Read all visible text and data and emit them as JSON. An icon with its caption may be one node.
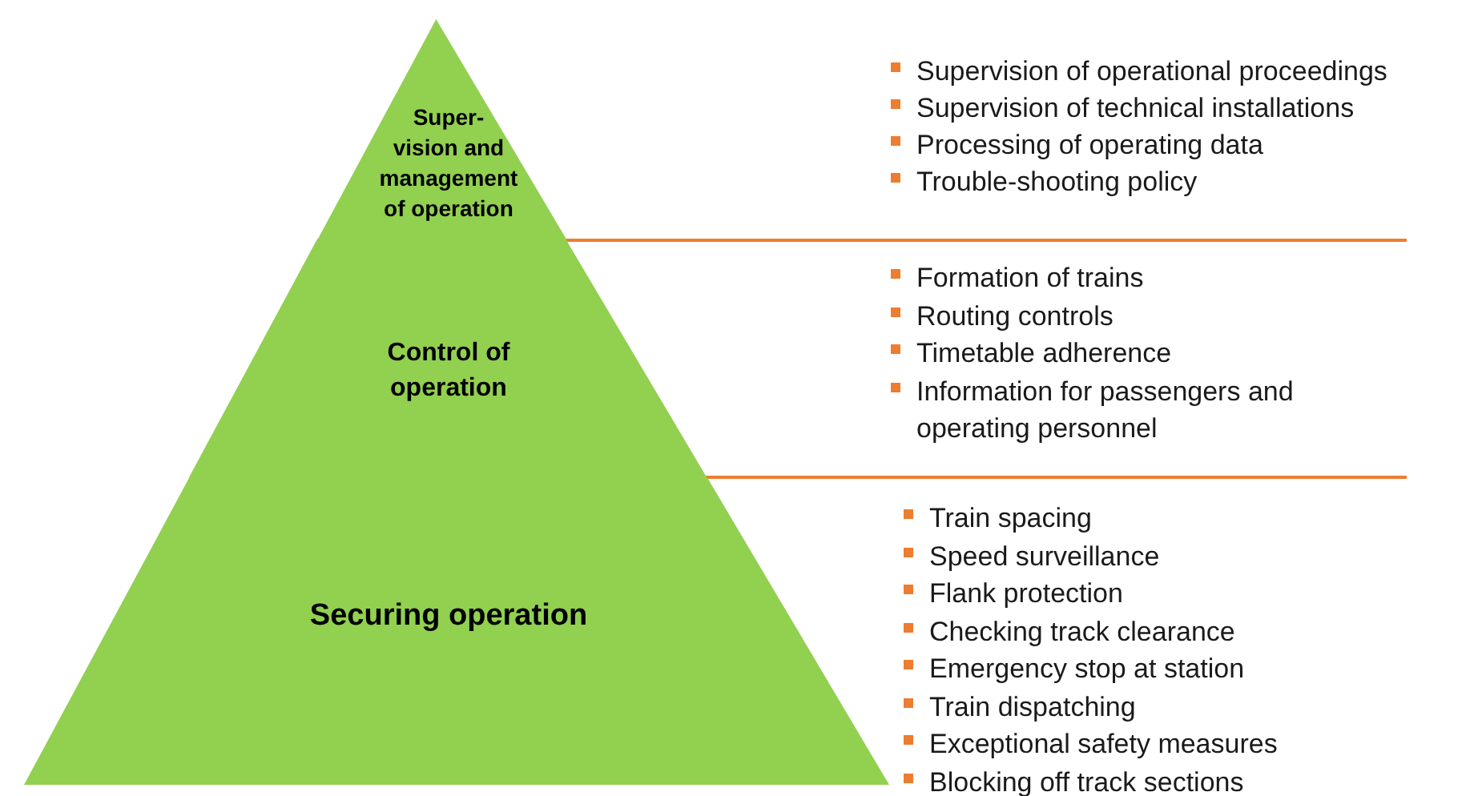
{
  "diagram": {
    "nodes": [
      {
        "text": [
          "Super- vision and management of operation"
        ],
        "beside": [
          "Supervision of operational proceedings",
          "Supervision of technical installations",
          "Processing of operating data",
          "Trouble-shooting policy"
        ]
      },
      {
        "text": [
          "Control of operation"
        ],
        "beside": [
          "Formation of trains",
          "Routing controls",
          "Timetable adherence",
          "Information for passengers and operating personnel"
        ]
      },
      {
        "text": [
          "Securing operation"
        ],
        "beside": [
          "Train spacing",
          "Speed surveillance",
          "Flank protection",
          "Checking track clearance",
          "Emergency stop at station",
          "Train dispatching",
          "Exceptional safety measures",
          "Blocking off track sections"
        ]
      }
    ]
  }
}
